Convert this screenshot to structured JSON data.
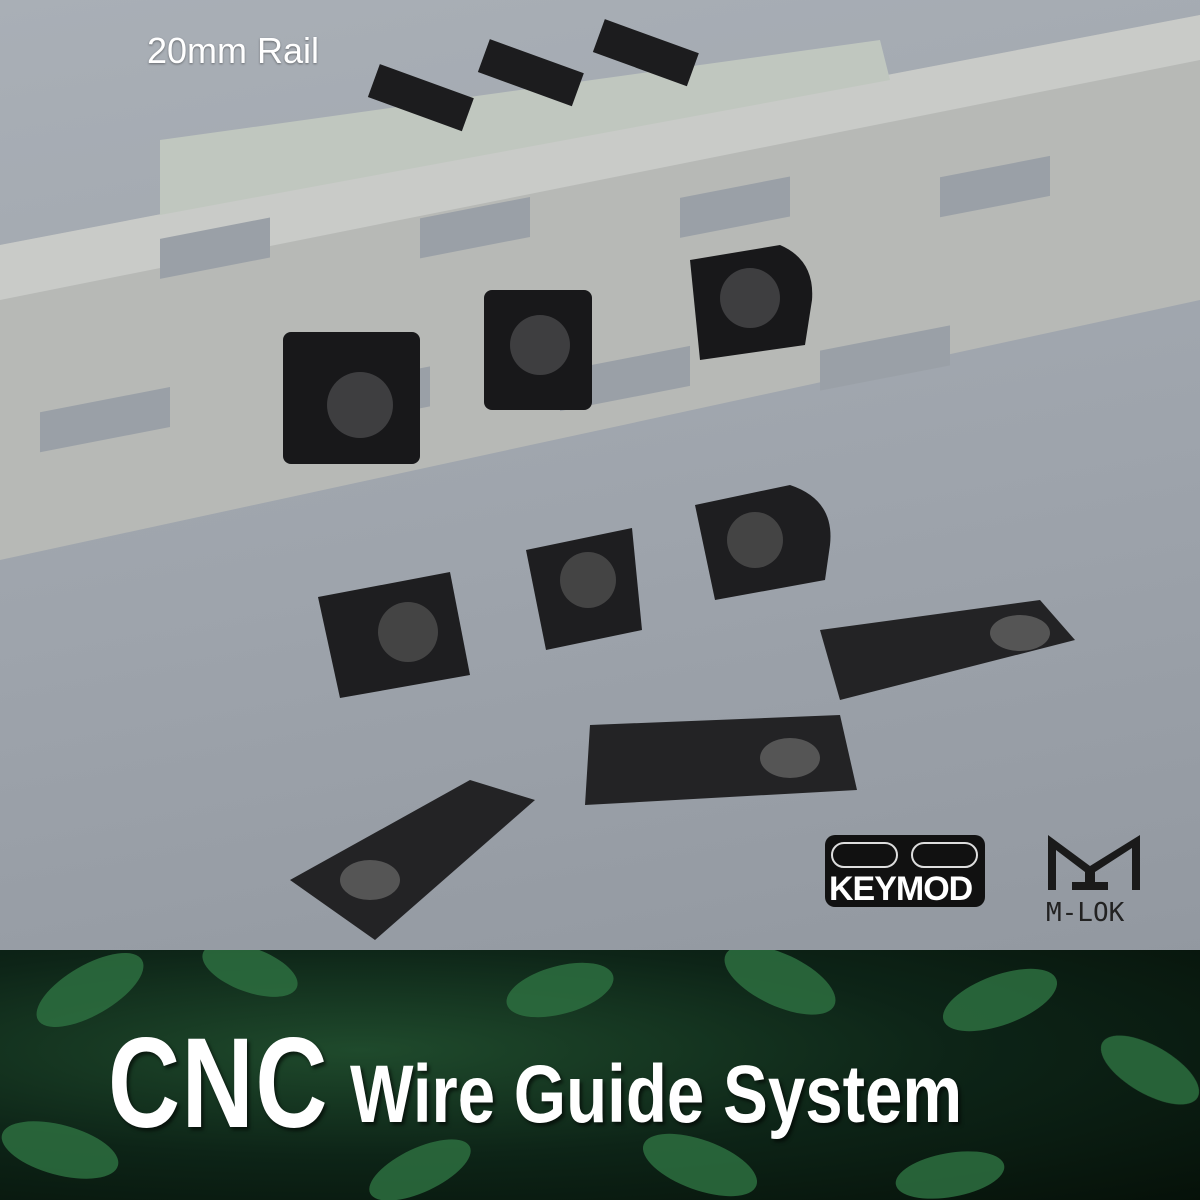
{
  "rail_label": "20mm Rail",
  "headline": {
    "main": "CNC",
    "sub": "Wire Guide System"
  },
  "logos": {
    "keymod": "KEYMOD",
    "mlok": "M-LOK"
  },
  "colors": {
    "background": "#9ea4ac",
    "rail": "#b4b7b3",
    "parts": "#1c1c1e",
    "foliage": "#1f4a2c",
    "text": "#ffffff"
  }
}
